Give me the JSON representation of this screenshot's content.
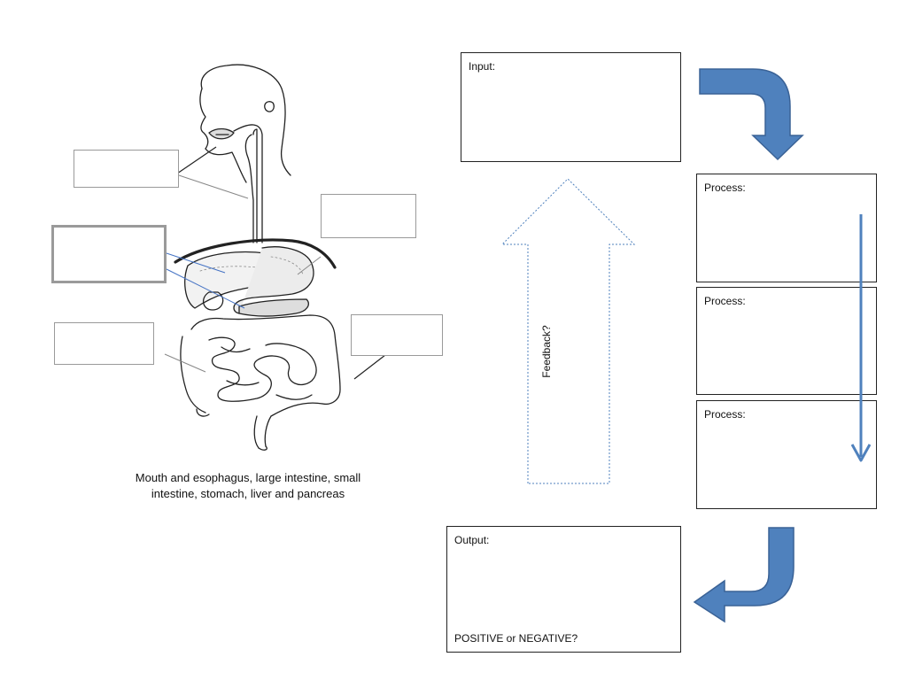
{
  "caption": "Mouth and esophagus, large intestine, small intestine, stomach,  liver and pancreas",
  "input_box": {
    "label": "Input:"
  },
  "process_boxes": [
    {
      "label": "Process:"
    },
    {
      "label": "Process:"
    },
    {
      "label": "Process:"
    }
  ],
  "output_box": {
    "label": "Output:",
    "question": "POSITIVE or NEGATIVE?"
  },
  "feedback_arrow": {
    "label": "Feedback?"
  },
  "colors": {
    "arrow_fill": "#4f81bd",
    "arrow_stroke": "#3a6296",
    "feedback_stroke": "#4f81bd",
    "label_box_border": "#9a9a9a",
    "leader_line_blue": "#4472c4"
  },
  "icons": [
    "digestive-system-illustration",
    "curved-arrow-right-down",
    "curved-arrow-left",
    "down-arrow",
    "feedback-up-arrow"
  ]
}
